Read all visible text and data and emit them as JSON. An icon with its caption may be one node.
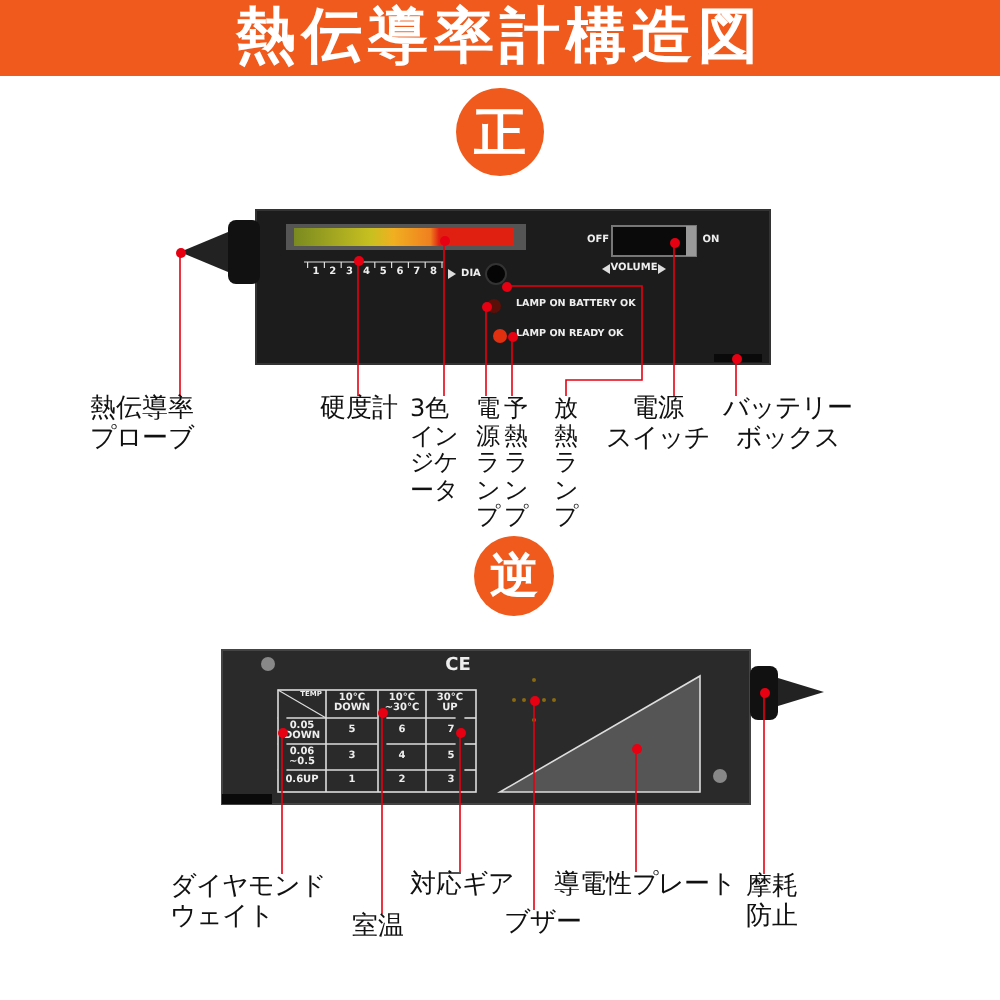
{
  "diagram": {
    "title": "熱伝導率計構造図",
    "nodes": [
      {
        "text": [
          "正"
        ]
      },
      {
        "text": [
          "熱伝導率プローブ"
        ]
      },
      {
        "text": [
          "硬度計"
        ]
      },
      {
        "text": [
          "3色インジケータ"
        ]
      },
      {
        "text": [
          "電源ランプ"
        ]
      },
      {
        "text": [
          "予熱ランプ"
        ]
      },
      {
        "text": [
          "放熱ランプ"
        ]
      },
      {
        "text": [
          "電源スイッチ"
        ]
      },
      {
        "text": [
          "バッテリーボックス"
        ]
      },
      {
        "text": [
          "逆"
        ]
      },
      {
        "text": [
          "ダイヤモンドウェイト"
        ]
      },
      {
        "text": [
          "室温"
        ]
      },
      {
        "text": [
          "対応ギア"
        ]
      },
      {
        "text": [
          "ブザー"
        ]
      },
      {
        "text": [
          "導電性プレート"
        ]
      },
      {
        "text": [
          "摩耗防止"
        ]
      },
      {
        "text": [],
        "shape": "circle"
      },
      {
        "text": [],
        "shape": "circle"
      },
      {
        "text": [],
        "shape": "circle"
      },
      {
        "text": [],
        "shape": "circle"
      },
      {
        "text": [],
        "shape": "circle"
      },
      {
        "text": [],
        "shape": "circle"
      },
      {
        "text": [],
        "shape": "circle"
      },
      {
        "text": [],
        "shape": "circle"
      },
      {
        "text": [],
        "shape": "circle"
      },
      {
        "text": [],
        "shape": "circle"
      },
      {
        "text": [],
        "shape": "circle"
      },
      {
        "text": [],
        "shape": "circle"
      },
      {
        "text": [],
        "shape": "circle"
      },
      {
        "text": [],
        "shape": "circle"
      }
    ],
    "edges": [
      {
        "from": 1,
        "to": 16,
        "arrow": "none"
      },
      {
        "from": 2,
        "to": 17,
        "arrow": "none"
      },
      {
        "from": 3,
        "to": 18,
        "arrow": "none"
      },
      {
        "from": 4,
        "to": 19,
        "arrow": "none"
      },
      {
        "from": 5,
        "to": 20,
        "arrow": "none"
      },
      {
        "from": 6,
        "to": 21,
        "arrow": "none"
      },
      {
        "from": 7,
        "to": 22,
        "arrow": "none"
      },
      {
        "from": 8,
        "to": 23,
        "arrow": "none"
      },
      {
        "from": 10,
        "to": 24,
        "arrow": "none"
      },
      {
        "from": 11,
        "to": 25,
        "arrow": "none"
      },
      {
        "from": 12,
        "to": 26,
        "arrow": "none"
      },
      {
        "from": 13,
        "to": 27,
        "arrow": "none"
      },
      {
        "from": 14,
        "to": 28,
        "arrow": "none"
      },
      {
        "from": 15,
        "to": 29,
        "arrow": "none"
      }
    ],
    "labels": [
      "1",
      "2",
      "3",
      "4",
      "5",
      "6",
      "7",
      "8",
      "DIA",
      "OFF",
      "ON",
      "VOLUME",
      "LAMP ON BATTERY OK",
      "LAMP ON READY OK",
      "CE",
      "TEMP",
      "10°C DOWN",
      "10°C ~30°C",
      "30°C UP",
      "0.05 DOWN",
      "5",
      "6",
      "7",
      "0.06 ~0.5",
      "3",
      "4",
      "5",
      "0.6UP",
      "1",
      "2",
      "3"
    ]
  }
}
